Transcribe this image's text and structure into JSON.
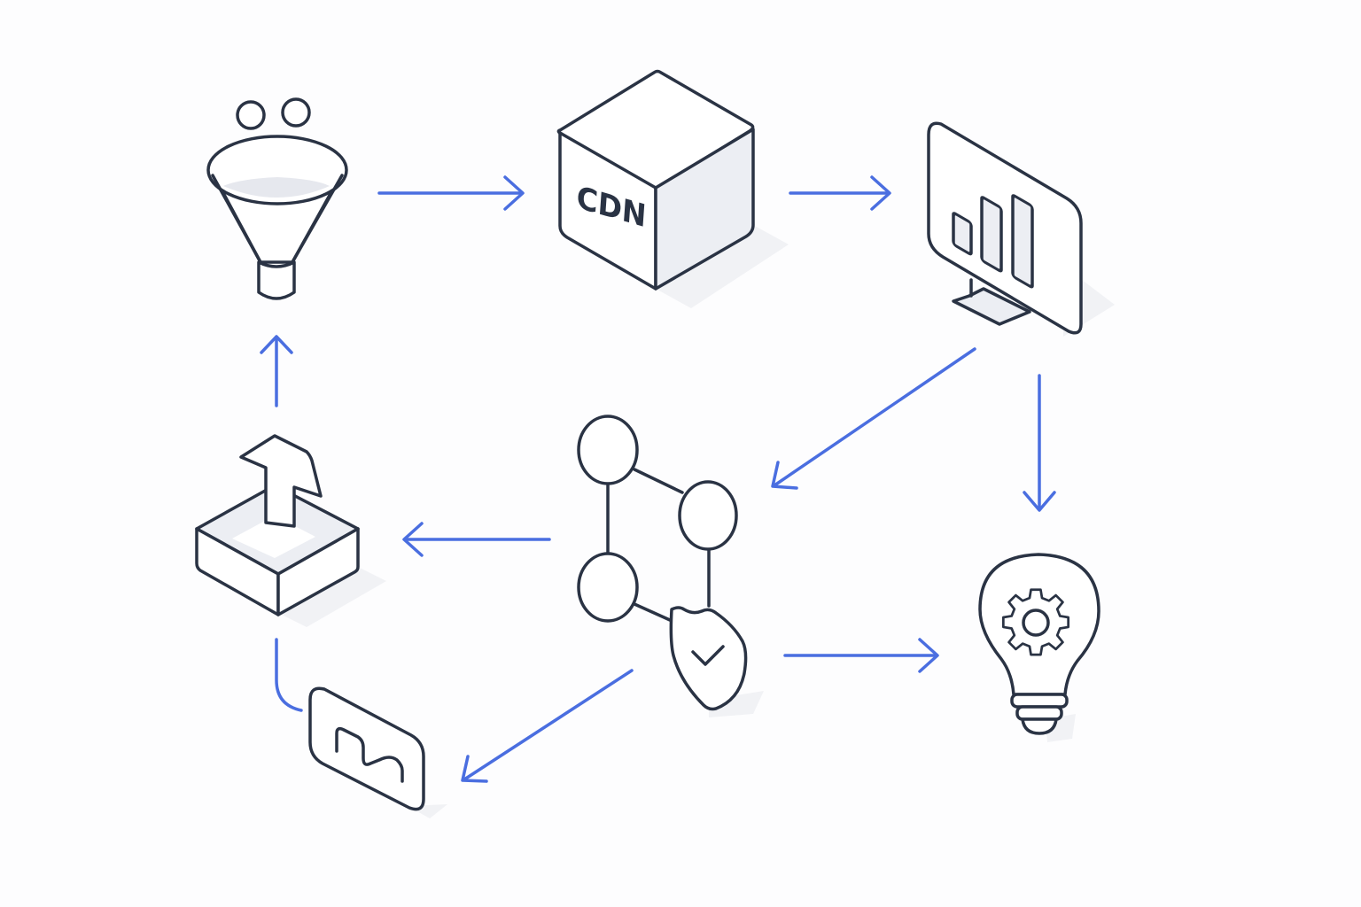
{
  "colors": {
    "ink": "#2a3344",
    "arrow": "#4a6ee0",
    "face_grey": "#eceef3",
    "shadow": "#f1f2f5"
  },
  "nodes": [
    {
      "id": "funnel",
      "icon": "funnel-icon"
    },
    {
      "id": "cdn",
      "icon": "cdn-cube-icon",
      "label": "CDN"
    },
    {
      "id": "monitor",
      "icon": "monitor-chart-icon"
    },
    {
      "id": "network",
      "icon": "network-shield-icon"
    },
    {
      "id": "upload",
      "icon": "upload-box-icon"
    },
    {
      "id": "tag",
      "icon": "tag-card-icon"
    },
    {
      "id": "idea",
      "icon": "lightbulb-gear-icon"
    }
  ],
  "edges": [
    {
      "from": "funnel",
      "to": "cdn"
    },
    {
      "from": "cdn",
      "to": "monitor"
    },
    {
      "from": "monitor",
      "to": "network"
    },
    {
      "from": "monitor",
      "to": "idea"
    },
    {
      "from": "network",
      "to": "upload"
    },
    {
      "from": "upload",
      "to": "funnel"
    },
    {
      "from": "upload",
      "to": "tag"
    },
    {
      "from": "network",
      "to": "tag"
    },
    {
      "from": "network",
      "to": "idea"
    }
  ]
}
